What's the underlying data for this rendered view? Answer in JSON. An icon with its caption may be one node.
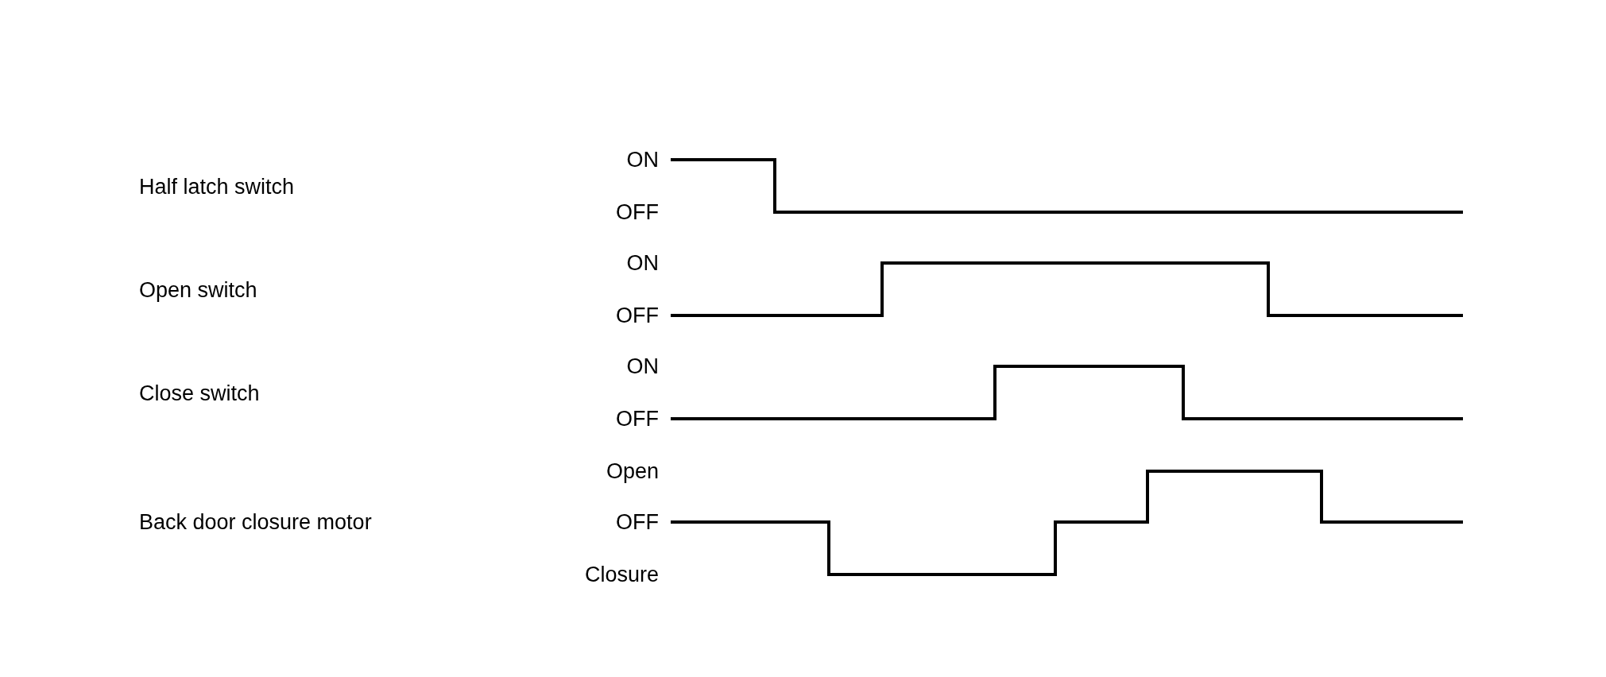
{
  "diagram": {
    "labels": [
      "Half latch switch",
      "ON",
      "OFF",
      "Open switch",
      "ON",
      "OFF",
      "Close switch",
      "ON",
      "OFF",
      "Back door closure motor",
      "Open",
      "OFF",
      "Closure"
    ]
  }
}
